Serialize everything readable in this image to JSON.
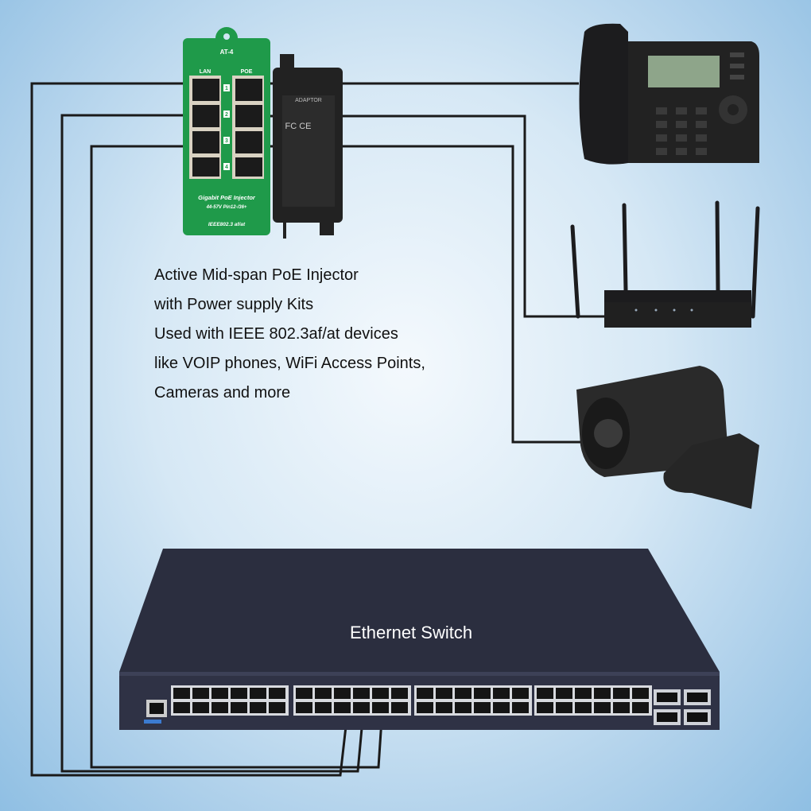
{
  "injector": {
    "model": "AT-4",
    "lan_label": "LAN",
    "poe_label": "POE",
    "port_numbers": [
      "1",
      "2",
      "3",
      "4"
    ],
    "title": "Gigabit PoE Injector",
    "spec": "44-57V  Pin12-/36+",
    "standard": "IEEE802.3 af/at"
  },
  "adaptor": {
    "label": "ADAPTOR",
    "cert": "FC CE"
  },
  "caption": {
    "lines": [
      "Active Mid-span PoE Injector",
      "with Power supply Kits",
      "Used with IEEE 802.3af/at devices",
      "like VOIP phones, WiFi Access Points,",
      "Cameras and more"
    ]
  },
  "switch": {
    "label": "Ethernet Switch"
  },
  "colors": {
    "injector": "#1f9a4a",
    "device": "#1c1c1e",
    "switch": "#2b2e3f",
    "cable": "#1a1a1a"
  }
}
